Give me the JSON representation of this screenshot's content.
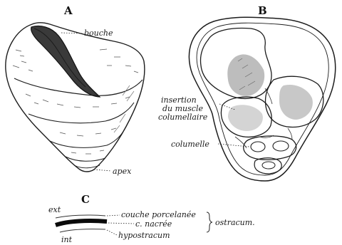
{
  "panels": {
    "a": {
      "letter": "A",
      "labels": {
        "bouche": "bouche",
        "apex": "apex"
      }
    },
    "b": {
      "letter": "B",
      "labels": {
        "insertion_line1": "insertion",
        "insertion_line2": "du muscle",
        "insertion_line3": "columellaire",
        "columelle": "columelle"
      }
    },
    "c": {
      "letter": "C",
      "labels": {
        "ext": "ext",
        "int": "int",
        "couche_porcelanee": "couche porcelanée",
        "nacree": "c. nacrée",
        "hypostracum": "hypostracum",
        "ostracum": "ostracum."
      }
    }
  }
}
